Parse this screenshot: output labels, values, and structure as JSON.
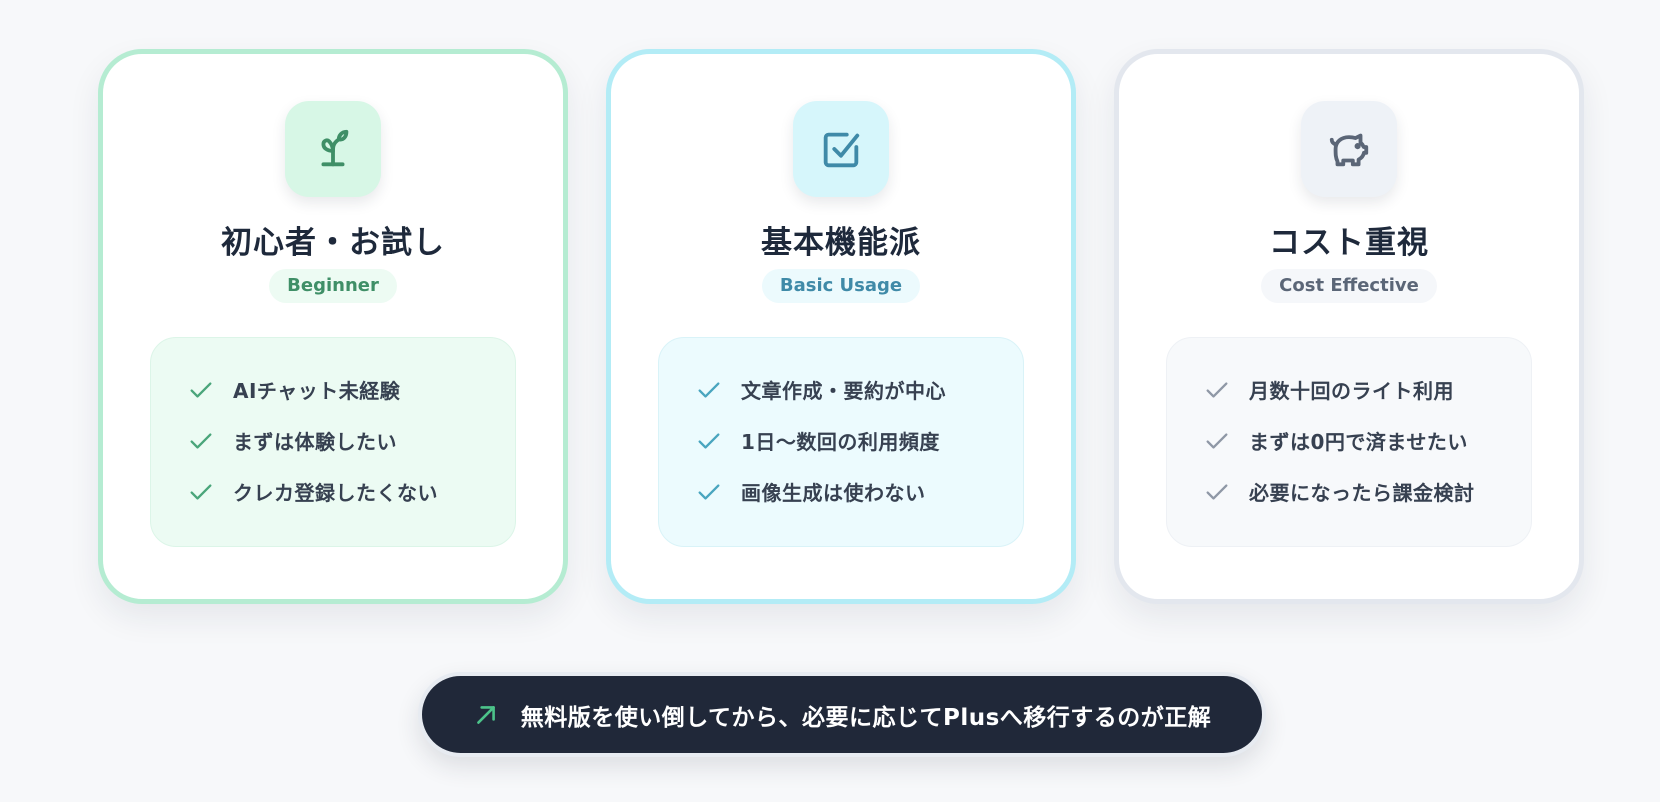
{
  "colors": {
    "background": "#f7f8fa",
    "green_accent": "#3f8f67",
    "cyan_accent": "#3f8aa8",
    "gray_accent": "#5b6677",
    "cta_background": "#202839",
    "cta_arrow": "#4cc38a"
  },
  "cards": [
    {
      "theme": "green",
      "icon": "sprout-icon",
      "title": "初心者・お試し",
      "badge": "Beginner",
      "features": [
        "AIチャット未経験",
        "まずは体験したい",
        "クレカ登録したくない"
      ]
    },
    {
      "theme": "cyan",
      "icon": "checkbox-icon",
      "title": "基本機能派",
      "badge": "Basic Usage",
      "features": [
        "文章作成・要約が中心",
        "1日〜数回の利用頻度",
        "画像生成は使わない"
      ]
    },
    {
      "theme": "gray",
      "icon": "piggy-bank-icon",
      "title": "コスト重視",
      "badge": "Cost Effective",
      "features": [
        "月数十回のライト利用",
        "まずは0円で済ませたい",
        "必要になったら課金検討"
      ]
    }
  ],
  "cta": {
    "icon": "arrow-up-right-icon",
    "label": "無料版を使い倒してから、必要に応じてPlusへ移行するのが正解"
  }
}
